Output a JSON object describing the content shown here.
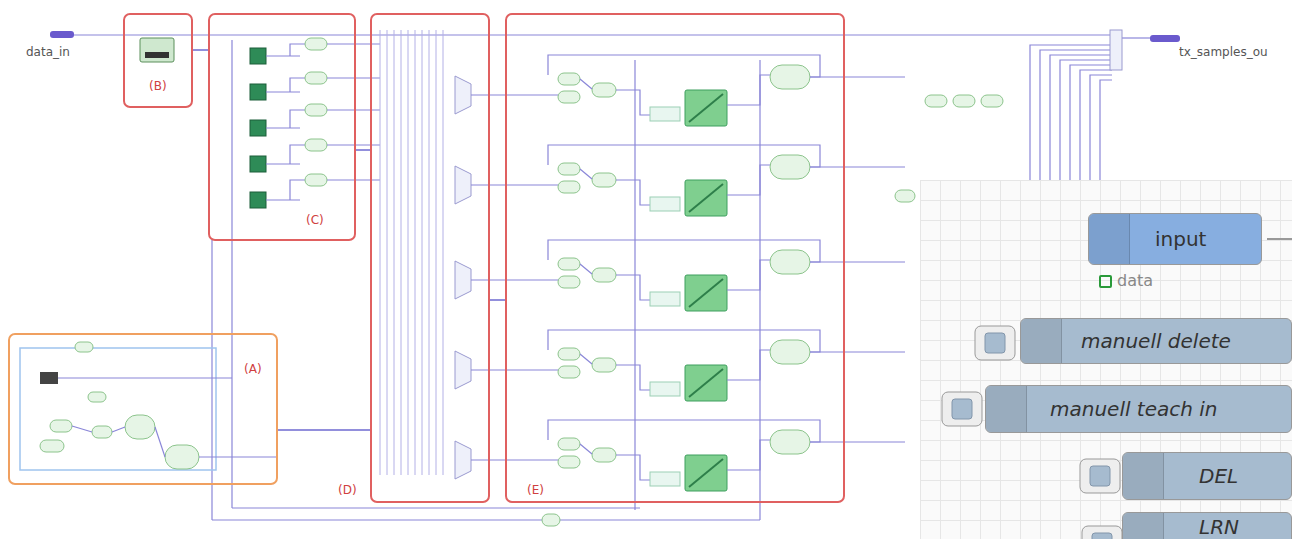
{
  "diagram": {
    "nodes": [
      {
        "text": [
          "(B)"
        ]
      },
      {
        "text": [
          "(C)"
        ]
      },
      {
        "text": [
          "(D)"
        ]
      },
      {
        "text": [
          "(E)"
        ]
      },
      {
        "text": [
          "(A)"
        ]
      },
      {
        "text": [
          "input",
          "data"
        ]
      },
      {
        "text": [
          "manuell delete"
        ]
      },
      {
        "text": [
          "manuell teach in"
        ]
      },
      {
        "text": [
          "DEL"
        ]
      },
      {
        "text": [
          "LRN"
        ]
      }
    ],
    "edges": [
      {
        "from": 0,
        "to": 1,
        "arrow": "none"
      },
      {
        "from": 1,
        "to": 2,
        "arrow": "none"
      },
      {
        "from": 2,
        "to": 3,
        "arrow": "none"
      },
      {
        "from": 4,
        "to": 2,
        "arrow": "none"
      }
    ],
    "labels": [
      "data_in",
      "tx_samples_ou"
    ]
  }
}
